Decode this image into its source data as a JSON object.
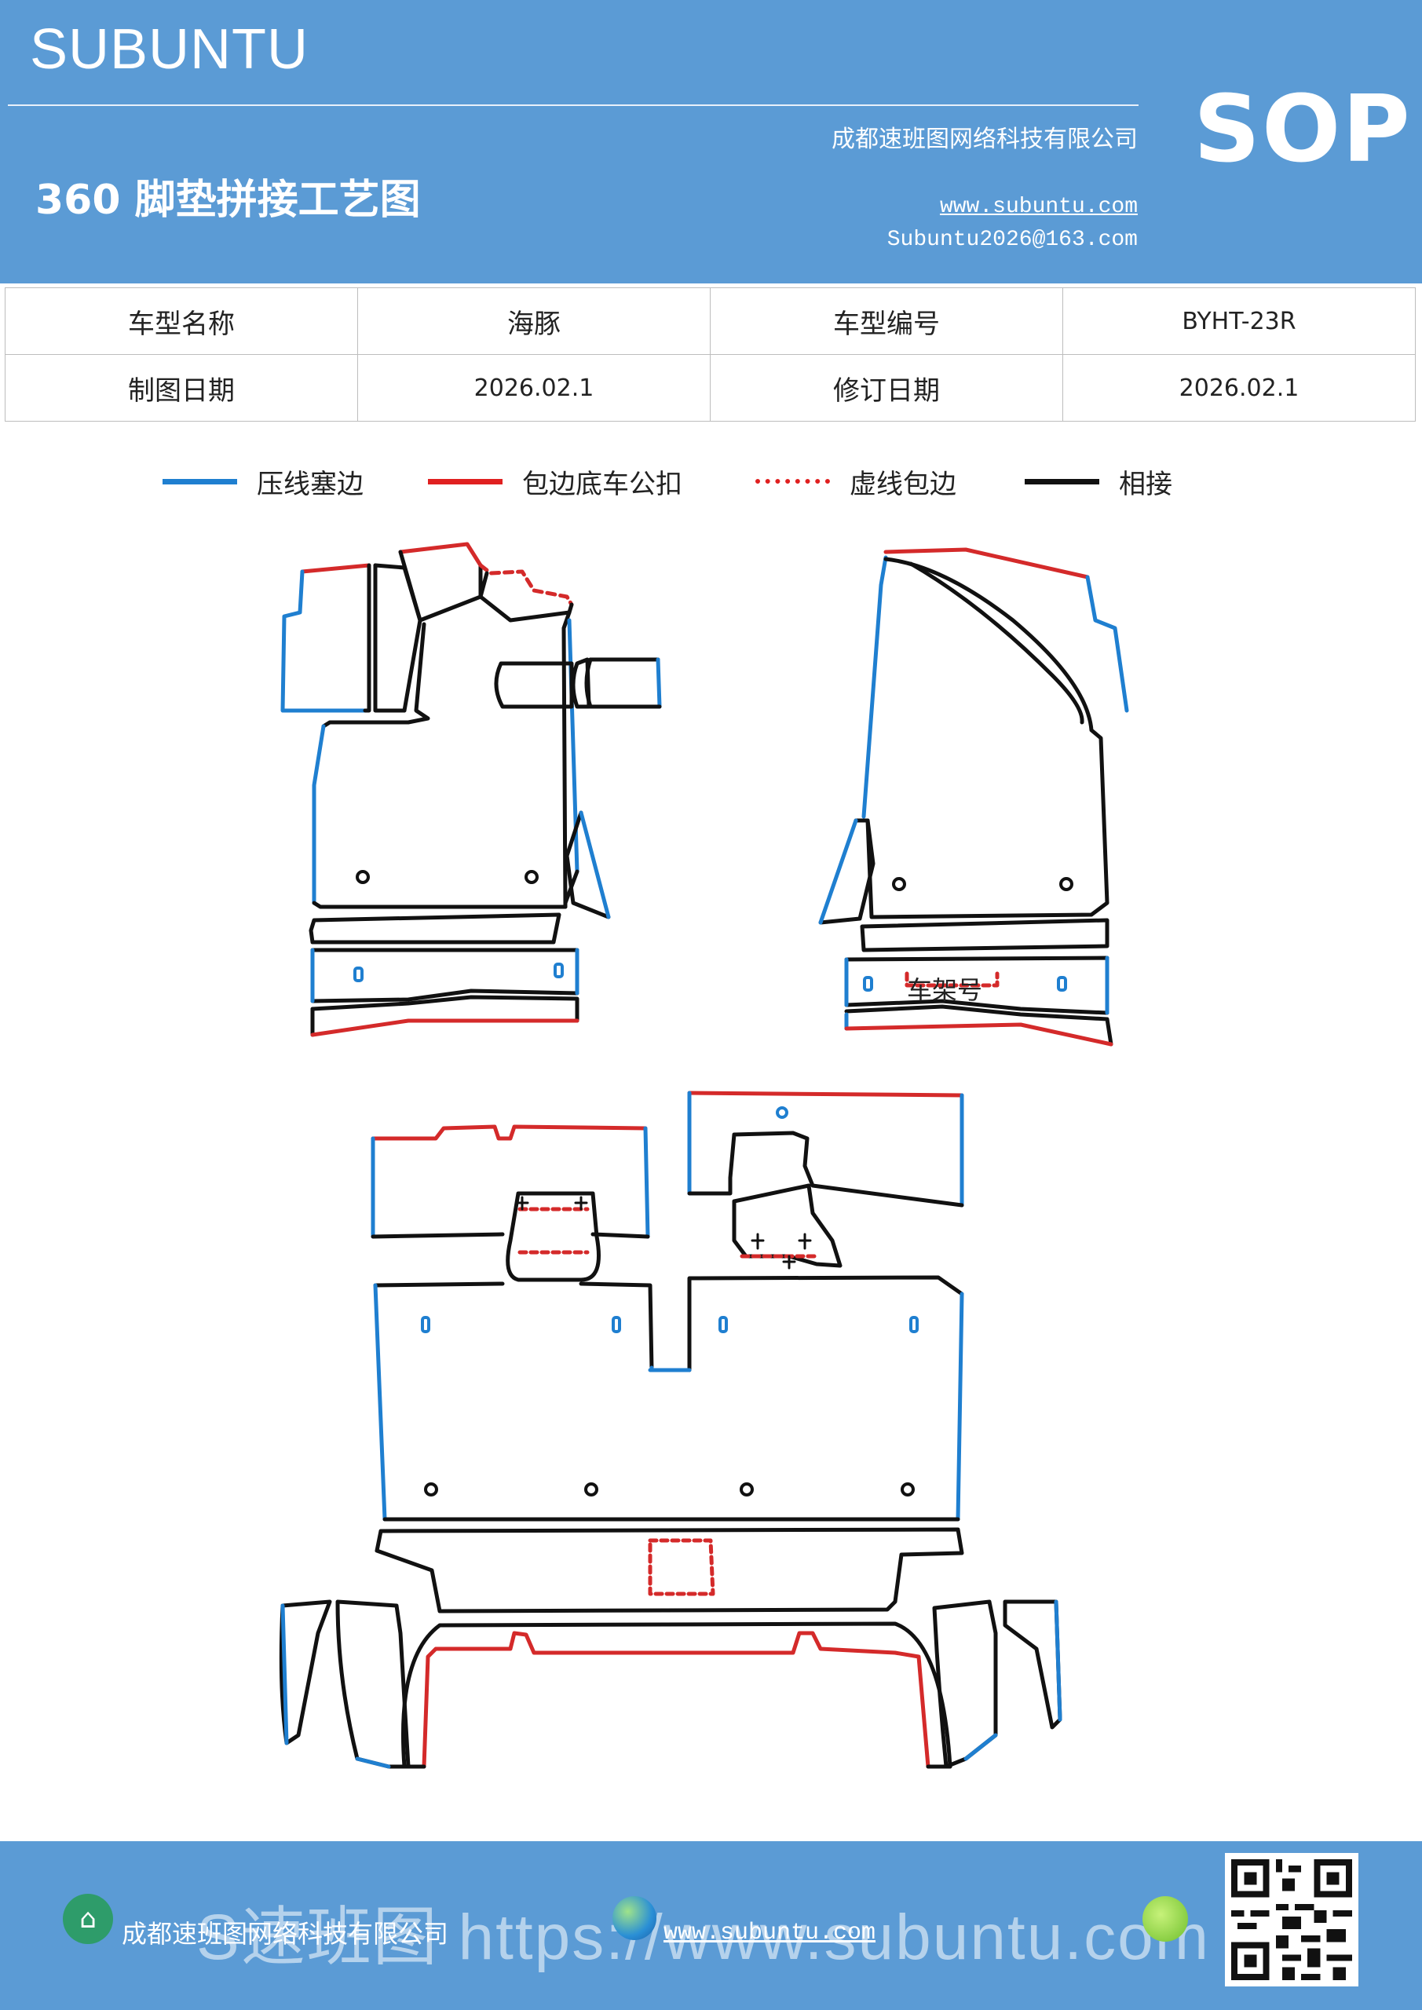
{
  "header": {
    "brand": "SUBUNTU",
    "title": "360 脚垫拼接工艺图",
    "company": "成都速班图网络科技有限公司",
    "website": "www.subuntu.com",
    "email": "Subuntu2026@163.com",
    "badge": "SOP"
  },
  "info_table": {
    "row1": {
      "label1": "车型名称",
      "value1": "海豚",
      "label2": "车型编号",
      "value2": "BYHT-23R"
    },
    "row2": {
      "label1": "制图日期",
      "value1": "2026.02.1",
      "label2": "修订日期",
      "value2": "2026.02.1"
    }
  },
  "legend": [
    {
      "label": "压线塞边",
      "color": "#1f7fd0",
      "style": "solid"
    },
    {
      "label": "包边底车公扣",
      "color": "#e02020",
      "style": "solid"
    },
    {
      "label": "虚线包边",
      "color": "#e02020",
      "style": "dotted"
    },
    {
      "label": "相接",
      "color": "#111111",
      "style": "solid"
    }
  ],
  "diagram": {
    "frame_label": "车架号",
    "colors": {
      "press": "#1f7fd0",
      "wrap": "#d42a2a",
      "join": "#111111"
    }
  },
  "footer": {
    "company": "成都速班图网络科技有限公司",
    "overlay": "S速班图 https://www.subuntu.com",
    "website": "www.subuntu.com"
  }
}
